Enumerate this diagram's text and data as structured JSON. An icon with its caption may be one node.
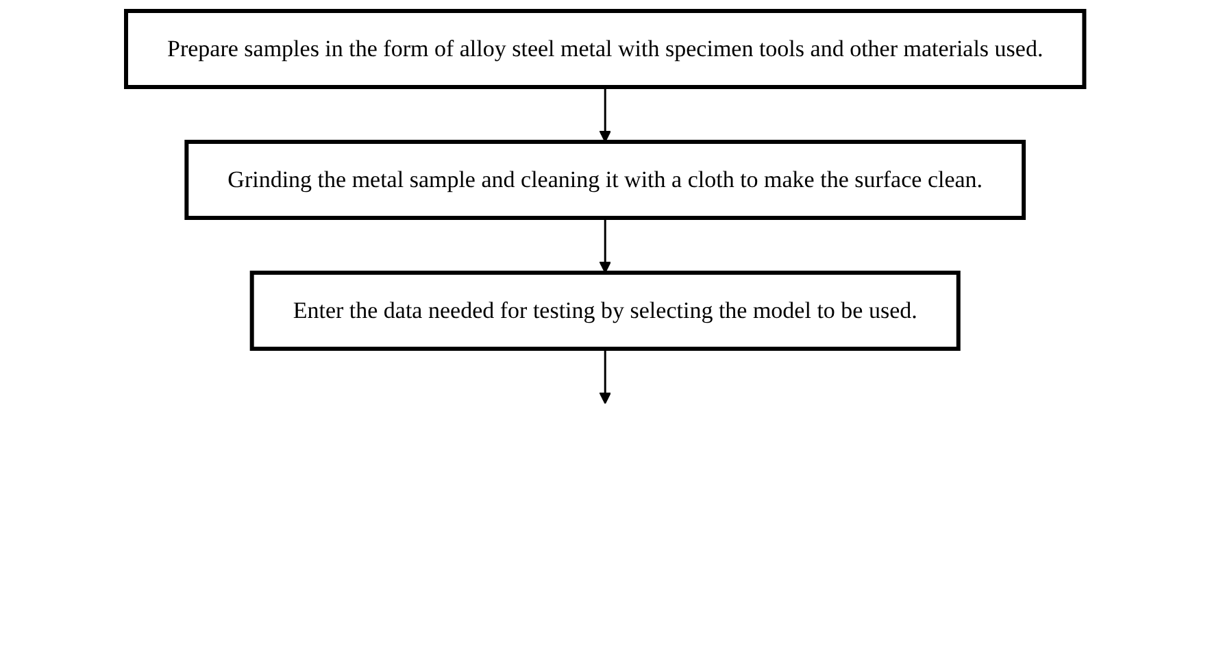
{
  "diagram": {
    "nodes": [
      {
        "text": [
          "Prepare samples in the form of alloy steel metal with specimen tools and other materials used."
        ]
      },
      {
        "text": [
          "Grinding the metal sample and cleaning it with a cloth to make the surface clean."
        ]
      },
      {
        "text": [
          "Enter the data needed for testing by selecting the model to be used."
        ]
      }
    ],
    "edges": [
      {
        "from": 0,
        "to": 1,
        "arrow": "to"
      },
      {
        "from": 1,
        "to": 2,
        "arrow": "to"
      },
      {
        "from": 2,
        "to": null,
        "arrow": "to"
      }
    ]
  }
}
